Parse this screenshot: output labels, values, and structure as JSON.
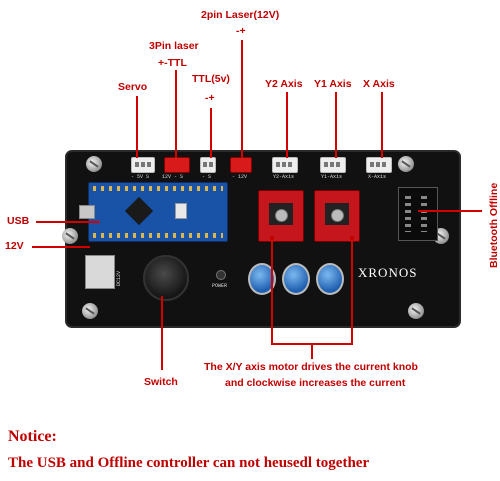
{
  "callouts": {
    "two_pin_laser": "2pin Laser(12V)",
    "two_pin_polarity": "-+",
    "three_pin_laser": "3Pin laser",
    "three_pin_polarity": "+-TTL",
    "servo": "Servo",
    "ttl": "TTL(5v)",
    "ttl_polarity": "-+",
    "y2_axis": "Y2 Axis",
    "y1_axis": "Y1 Axis",
    "x_axis": "X Axis",
    "usb": "USB",
    "power_12v": "12V",
    "bluetooth": "Bluetooth Offline",
    "switch": "Switch",
    "driver_note_line1": "The X/Y axis motor drives the current knob",
    "driver_note_line2": "and clockwise increases the current"
  },
  "board": {
    "brand": "XRONOS",
    "silkscreen": {
      "servo": "- 5V S",
      "laser3": "12V - S",
      "ttl": "- S",
      "laser2": "- 12V",
      "y2": "Y2-Axis",
      "y1": "Y1-Axis",
      "x": "X-Axis",
      "dc": "DC12V",
      "power": "POWER"
    }
  },
  "notice": {
    "title": "Notice:",
    "text": "The USB and Offline controller can not heusedl together"
  },
  "colors": {
    "callout": "#c00000",
    "board": "#111111",
    "driver": "#c4161c",
    "nano": "#1853a8"
  }
}
